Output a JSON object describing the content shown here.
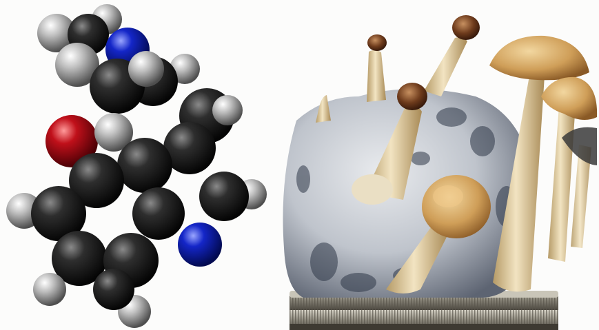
{
  "image": {
    "subjects": [
      {
        "name": "molecule-model",
        "kind": "ball-and-stick space-filling molecular model"
      },
      {
        "name": "mushroom-culture",
        "kind": "mushrooms growing from a mycelium cake on a jar lid"
      }
    ]
  },
  "colors": {
    "background": "#fcfcfb",
    "carbon": "#1a1a1a",
    "hydrogen": "#b8b8b8",
    "nitrogen": "#0a1aa8",
    "oxygen": "#b00a10",
    "mycelium": "#cfd3d8",
    "mushroom_cap": "#d8b070",
    "mushroom_stem": "#e6d2a6",
    "jar_lid": "#8e8a7e"
  }
}
